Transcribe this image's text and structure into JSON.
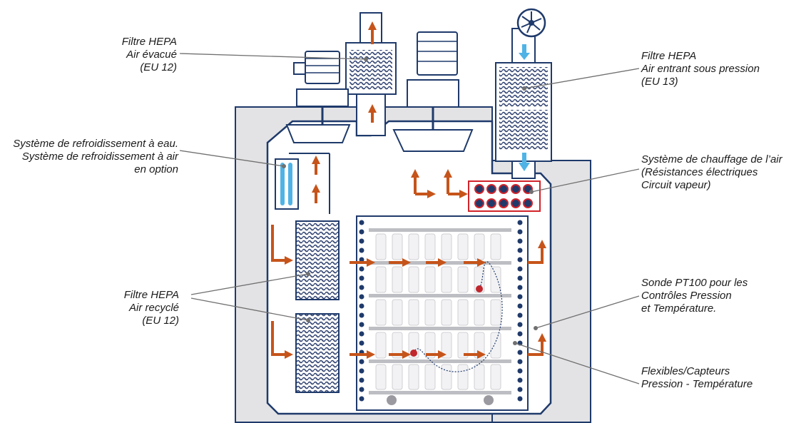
{
  "labels": {
    "hepa_exhaust": [
      "Filtre HEPA",
      "Air évacué",
      "(EU 12)"
    ],
    "cooling": [
      "Système de refroidissement à eau.",
      "Système de refroidissement à air",
      "en option"
    ],
    "hepa_recycled": [
      "Filtre HEPA",
      "Air recyclé",
      "(EU 12)"
    ],
    "hepa_intake": [
      "Filtre HEPA",
      "Air entrant sous pression",
      "(EU 13)"
    ],
    "heating": [
      "Système de chauffage de l’air",
      "(Résistances électriques",
      "Circuit vapeur)"
    ],
    "probe": [
      "Sonde PT100 pour les",
      "Contrôles Pression",
      "et Température."
    ],
    "hoses": [
      "Flexibles/Capteurs",
      "Pression - Température"
    ]
  },
  "colors": {
    "outline": "#1f3a6b",
    "inner_fill": "#ffffff",
    "outer_fill": "#e3e3e5",
    "arrow_orange": "#c6541a",
    "arrow_blue": "#4fb3e6",
    "leader": "#707070",
    "heater_red": "#d2232a",
    "filter_dark": "#2f4170"
  },
  "icons": [
    "fan-icon",
    "motor-icon"
  ]
}
